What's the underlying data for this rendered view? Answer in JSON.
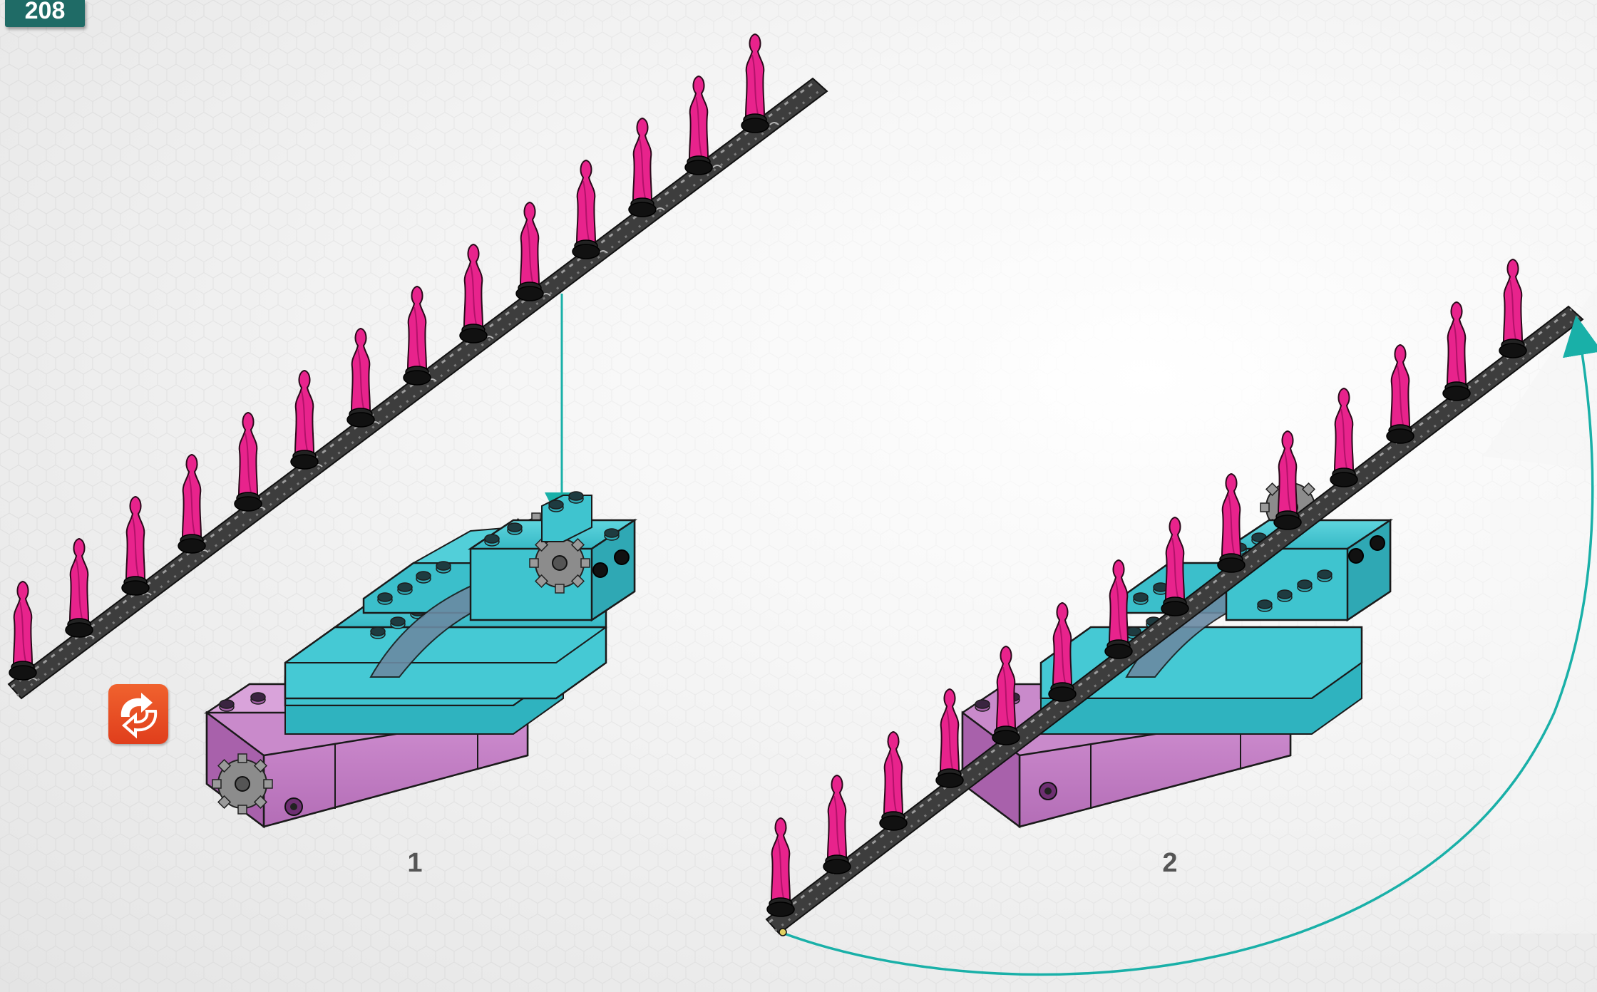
{
  "page": {
    "number": "208"
  },
  "steps": [
    {
      "label": "1"
    },
    {
      "label": "2"
    }
  ],
  "icons": {
    "rotate": "rotate-model-icon",
    "arrow": "assembly-arrow-icon"
  },
  "colors": {
    "page_badge": "#1f6b66",
    "rotate_badge": "#e8471f",
    "arrow": "#19b0a8",
    "track": "#4a4a4a",
    "figure": "#e8238c",
    "teal_brick": "#3fc4cf",
    "lavender_brick": "#c07ac2"
  }
}
